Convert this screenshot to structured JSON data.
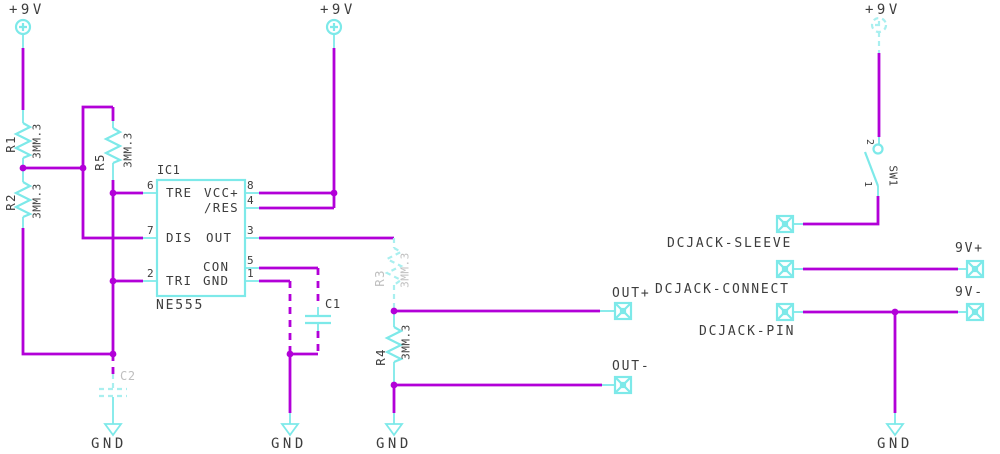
{
  "colors": {
    "wire": "#B200D8",
    "symbol": "#7DE9E9",
    "ghost": "#A9EFEF",
    "text": "#3D3D3D",
    "ghost_text": "#BFBFBF",
    "background": "#FFFFFF"
  },
  "schematic": {
    "power": {
      "left": "+9V",
      "middle": "+9V",
      "right": "+9V"
    },
    "gnd_label": "GND",
    "ic1": {
      "name": "IC1",
      "value": "NE555",
      "pin_labels": {
        "tre": "TRE",
        "vcc": "VCC+",
        "res": "/RES",
        "dis": "DIS",
        "out": "OUT",
        "con": "CON",
        "tri": "TRI",
        "gnd": "GND"
      },
      "pin_numbers": {
        "p6": "6",
        "p7": "7",
        "p2": "2",
        "p8": "8",
        "p4": "4",
        "p3": "3",
        "p5": "5",
        "p1": "1"
      }
    },
    "resistors": {
      "r1": {
        "name": "R1",
        "value": "3MM.3"
      },
      "r2": {
        "name": "R2",
        "value": "3MM.3"
      },
      "r5": {
        "name": "R5",
        "value": "3MM.3"
      },
      "r3": {
        "name": "R3",
        "value": "3MM.3"
      },
      "r4": {
        "name": "R4",
        "value": "3MM.3"
      }
    },
    "capacitors": {
      "c1": "C1",
      "c2": "C2"
    },
    "switch": {
      "name": "SW1",
      "pin1": "1",
      "pin2": "2"
    },
    "nets": {
      "out_plus": "OUT+",
      "out_minus": "OUT-",
      "dcjack_sleeve": "DCJACK-SLEEVE",
      "dcjack_connect": "DCJACK-CONNECT",
      "dcjack_pin": "DCJACK-PIN",
      "v9_plus": "9V+",
      "v9_minus": "9V-"
    }
  }
}
